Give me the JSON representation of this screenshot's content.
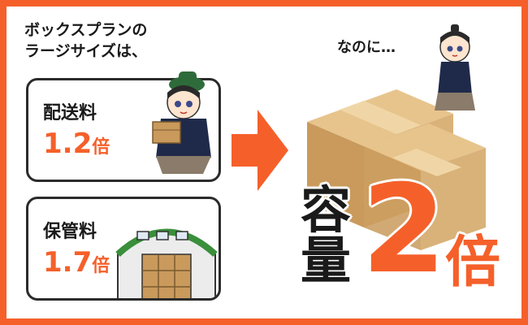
{
  "heading": {
    "line1": "ボックスプランの",
    "line2": "ラージサイズは、"
  },
  "shipping": {
    "label": "配送料",
    "value": "1.2",
    "unit": "倍"
  },
  "storage": {
    "label": "保管料",
    "value": "1.7",
    "unit": "倍"
  },
  "right": {
    "remark": "なのに…",
    "word_top": "容",
    "word_bottom": "量",
    "number": "2",
    "unit": "倍"
  },
  "colors": {
    "accent": "#f5602a",
    "box": "#d4a96a",
    "box_dark": "#b88a4f",
    "navy": "#1f2a4a",
    "green": "#3a8f3a"
  }
}
